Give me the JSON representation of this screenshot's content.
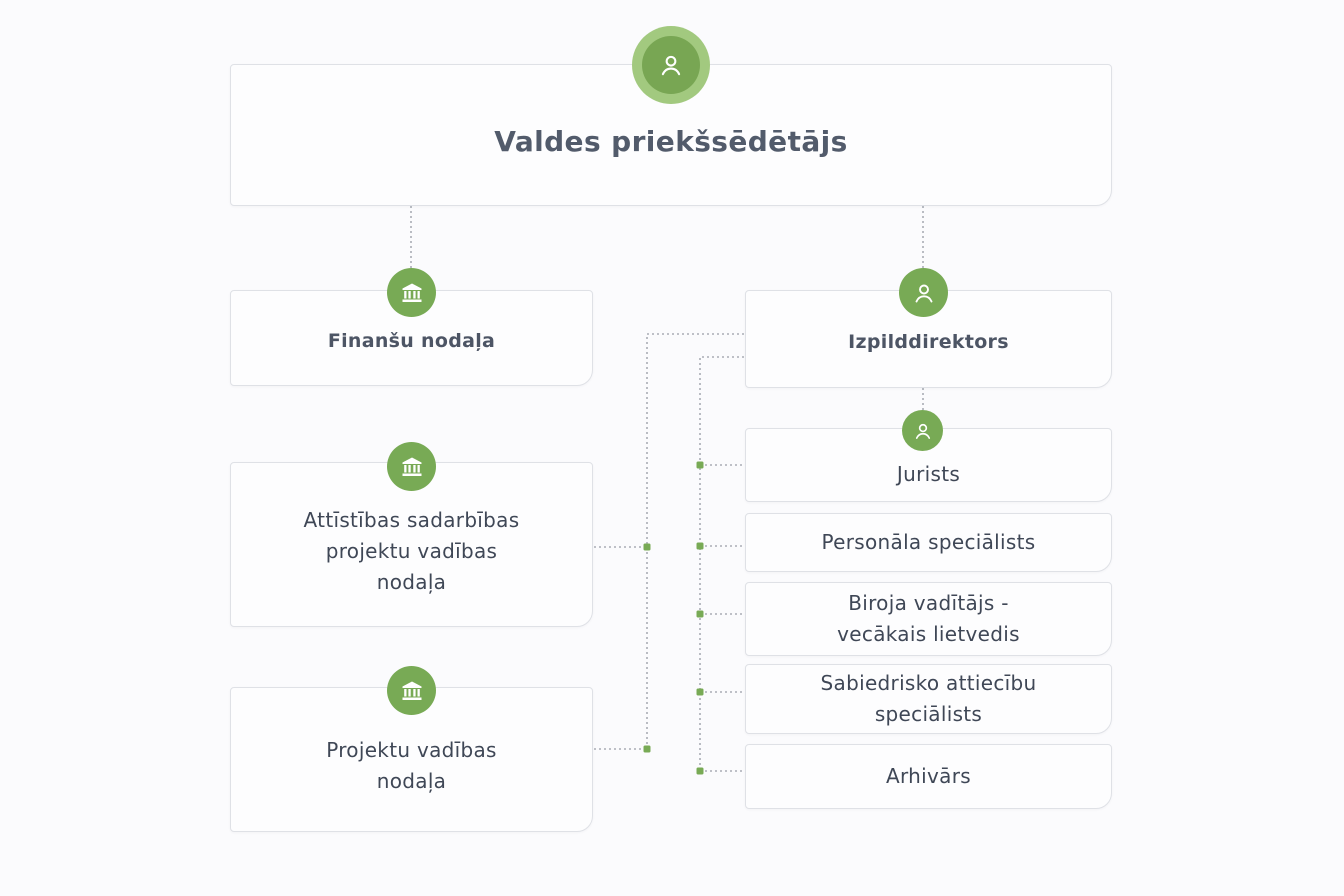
{
  "accent_color": "#78aa55",
  "accent_light": "#a2c97f",
  "connector_color": "#a9adb5",
  "root": {
    "label": "Valdes priekšsēdētājs",
    "icon": "person-icon"
  },
  "departments": [
    {
      "label": "Finanšu nodaļa",
      "icon": "bank-icon"
    },
    {
      "label": "Attīstības sadarbības\nprojektu vadības\nnodaļa",
      "icon": "bank-icon"
    },
    {
      "label": "Projektu vadības\nnodaļa",
      "icon": "bank-icon"
    }
  ],
  "executive": {
    "label": "Izpilddirektors",
    "icon": "person-icon"
  },
  "staff": [
    {
      "label": "Jurists",
      "icon": "person-icon"
    },
    {
      "label": "Personāla speciālists"
    },
    {
      "label": "Biroja vadītājs -\nvecākais lietvedis"
    },
    {
      "label": "Sabiedrisko attiecību\nspeciālists"
    },
    {
      "label": "Arhivārs"
    }
  ]
}
